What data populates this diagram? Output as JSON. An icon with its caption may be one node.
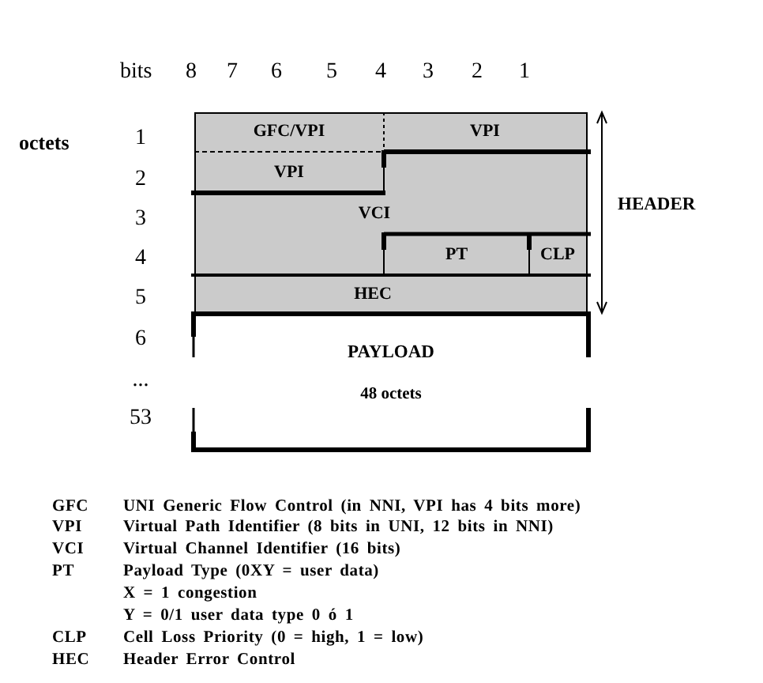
{
  "diagram": {
    "nodes": [
      {
        "text": [
          "GFC/VPI"
        ]
      },
      {
        "text": [
          "VPI"
        ]
      },
      {
        "text": [
          "VPI"
        ]
      },
      {
        "text": [
          "VCI"
        ]
      },
      {
        "text": [
          "PT"
        ]
      },
      {
        "text": [
          "CLP"
        ]
      },
      {
        "text": [
          "HEC"
        ]
      },
      {
        "text": [
          "PAYLOAD",
          "48 octets"
        ]
      }
    ],
    "labels": [
      "bits",
      "8",
      "7",
      "6",
      "5",
      "4",
      "3",
      "2",
      "1",
      "octets",
      "1",
      "2",
      "3",
      "HEADER",
      "4",
      "5",
      "6",
      "...",
      "53",
      "GFC",
      "UNI Generic Flow Control (in NNI, VPI has 4 bits more)",
      "VPI",
      "Virtual Path Identifier (8 bits in UNI, 12 bits in NNI)",
      "VCI",
      "Virtual Channel Identifier (16 bits)",
      "PT",
      "Payload Type (0XY = user data)",
      "X = 1 congestion",
      "Y = 0/1 user data type 0 ó 1",
      "CLP",
      "Cell Loss Priority (0 = high, 1 = low)",
      "HEC",
      "Header Error Control"
    ]
  }
}
